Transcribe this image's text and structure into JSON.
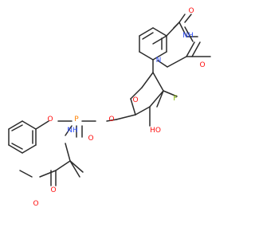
{
  "diagram": {
    "type": "chemical-structure",
    "colors": {
      "carbon": "#2b2b2b",
      "oxygen": "#ff0d0d",
      "nitrogen": "#3050f8",
      "phosphorus": "#ff8000",
      "fluorine": "#7fb000"
    },
    "atoms": {
      "o_uracil_c4": "O",
      "nh_uracil": "NH",
      "o_uracil_c2": "O",
      "n_uracil": "N",
      "o_ring": "O",
      "f": "F",
      "oh": "HO",
      "o_ester_link": "O",
      "o_phenoxy": "O",
      "p": "P",
      "o_phosphoryl": "O",
      "nh_amide": "NH",
      "o_carbonyl": "O",
      "o_methoxy": "O"
    }
  }
}
